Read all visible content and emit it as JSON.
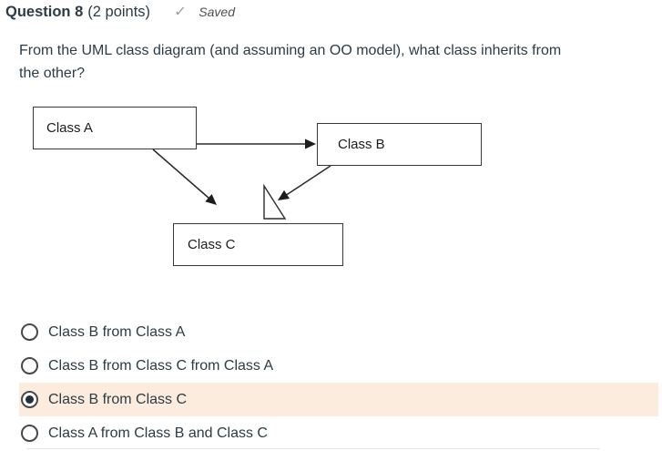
{
  "header": {
    "question_label": "Question 8",
    "points_label": "(2 points)",
    "check_icon": "✓",
    "status_label": "Saved"
  },
  "question": {
    "line1": "From the UML class diagram (and assuming an OO model), what class inherits from",
    "line2": "the other?"
  },
  "diagram": {
    "boxes": [
      {
        "label": "Class A"
      },
      {
        "label": "Class B"
      },
      {
        "label": "Class C"
      }
    ],
    "arrows": [
      {
        "from": "Class A",
        "to": "Class B",
        "head": "filled"
      },
      {
        "from": "Class A",
        "to": "Class C",
        "head": "filled"
      },
      {
        "from": "Class B",
        "to": "Class C",
        "head": "filled arrow pointing into hollow inheritance triangle above Class C"
      }
    ]
  },
  "options": [
    {
      "label": "Class B from Class A",
      "selected": false
    },
    {
      "label": "Class B from Class C from Class A",
      "selected": false
    },
    {
      "label": "Class B from Class C",
      "selected": true
    },
    {
      "label": "Class A from Class B and Class C",
      "selected": false
    }
  ],
  "colors": {
    "selected_row_bg": "#fbecdd",
    "body_text": "#2d3b45",
    "saved_text": "#514f4d",
    "check_icon": "#9aa0a6",
    "diagram_line": "#2b2b2b"
  }
}
